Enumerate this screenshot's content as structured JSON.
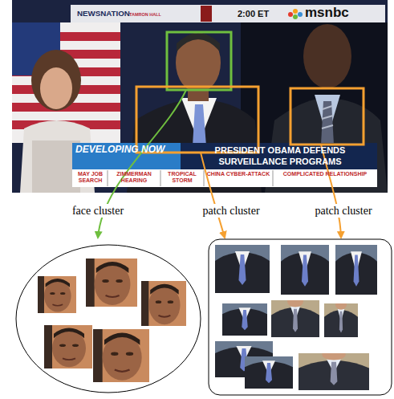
{
  "diagram": {
    "labels": [
      "NEWSNATION",
      "TAMRON HALL",
      "2:00 ET",
      "msnbc",
      "DEVELOPING NOW",
      "PRESIDENT OBAMA DEFENDS SURVEILLANCE PROGRAMS",
      "MAY JOB SEARCH",
      "ZIMMERMAN HEARING",
      "TROPICAL STORM",
      "CHINA CYBER-ATTACK",
      "COMPLICATED RELATIONSHIP",
      "face cluster",
      "patch cluster",
      "patch cluster"
    ]
  }
}
